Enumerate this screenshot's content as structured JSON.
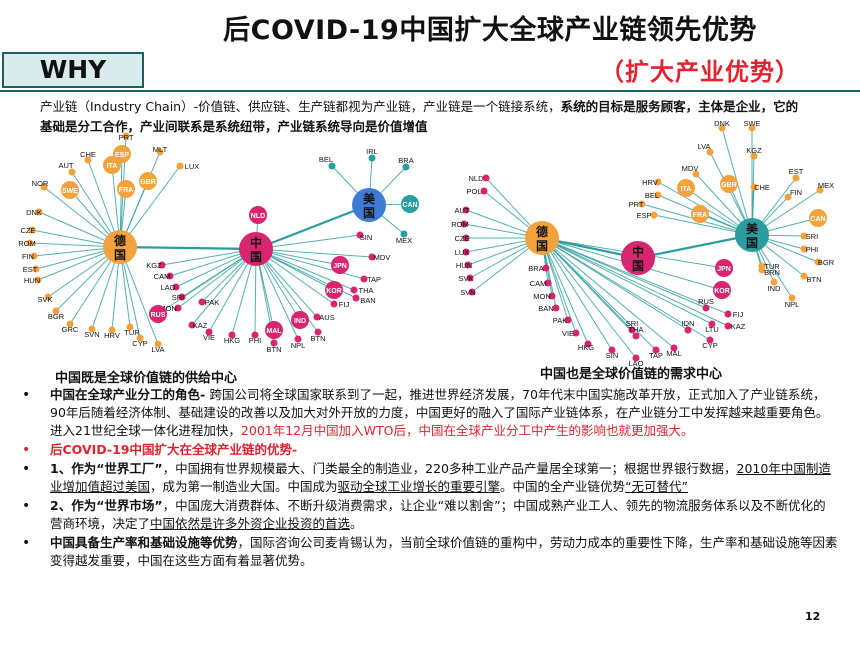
{
  "header": {
    "title": "后COVID-19中国扩大全球产业链领先优势",
    "subtitle": "（扩大产业优势）",
    "why_label": "WHY"
  },
  "intro": {
    "part1": "产业链（Industry Chain）-价值链、供应链、生产链都视为产业链，产业链是一个链接系统，",
    "part2": "系统的目标是服务顾客，主体是企业，它的基础是分工合作，产业间联系是系统纽带，产业链系统导向是价值增值"
  },
  "colors": {
    "accent_red": "#e0232f",
    "teal": "#2a9d9f",
    "orange": "#f4a23c",
    "magenta": "#d9246f",
    "blue": "#3f7bd6",
    "purple": "#7a3db8"
  },
  "diagram_left": {
    "caption": "中国既是全球价值链的供给中心",
    "hubs": {
      "de": "德国",
      "cn": "中国",
      "us": "美国"
    },
    "de_nodes": [
      "PRT",
      "ESP",
      "MLT",
      "CHE",
      "ITA",
      "AUT",
      "FRA",
      "GBR",
      "LUX",
      "NOR",
      "SWE",
      "DNK",
      "CZE",
      "ROM",
      "FIN",
      "EST",
      "HUN",
      "SVK",
      "BGR",
      "GRC",
      "SVN",
      "HRV",
      "TUR",
      "CYP",
      "LVA"
    ],
    "cn_nodes": [
      "KGZ",
      "CAM",
      "LAO",
      "SRI",
      "MON",
      "PAK",
      "RUS",
      "KAZ",
      "VIE",
      "HKG",
      "PHI",
      "MAL",
      "BTN",
      "NPL",
      "IND",
      "AUS",
      "BTN",
      "FIJ",
      "KOR",
      "JPN",
      "TAP",
      "THA",
      "BAN",
      "MDV",
      "SIN",
      "NLD"
    ],
    "us_nodes": [
      "BEL",
      "IRL",
      "BRA",
      "CAN",
      "MEX"
    ]
  },
  "diagram_right": {
    "caption": "中国也是全球价值链的需求中心",
    "hubs": {
      "de": "德国",
      "cn": "中国",
      "us": "美国"
    },
    "de_nodes": [
      "NLD",
      "POL",
      "AUT",
      "ROM",
      "CZE",
      "LUX",
      "HUN",
      "SVK",
      "SVN",
      "BRA",
      "CAM",
      "MON",
      "BAN",
      "PAK",
      "VIE",
      "HKG",
      "SIN",
      "SRI",
      "THA",
      "TAP",
      "LAO",
      "MAL",
      "IDN",
      "CYP",
      "LTU",
      "KAZ",
      "FIJ",
      "RUS",
      "KOR",
      "JPN"
    ],
    "us_nodes": [
      "DNK",
      "SWE",
      "LVA",
      "KGZ",
      "MDV",
      "GBR",
      "CHE",
      "HRV",
      "ITA",
      "BEL",
      "PRT",
      "ESP",
      "FRA",
      "FIN",
      "EST",
      "MEX",
      "CAN",
      "SRI",
      "PHI",
      "BGR",
      "BTN",
      "NPL",
      "IND",
      "TUR",
      "BRN"
    ]
  },
  "bullets": [
    {
      "head": "中国在全球产业分工的角色- ",
      "body": "跨国公司将全球国家联系到了一起，推进世界经济发展，70年代末中国实施改革开放，正式加入了产业链系统，90年后随着经济体制、基础建设的改善以及加大对外开放的力度，中国更好的融入了国际产业链体系，在产业链分工中发挥越来越重要角色。进入21世纪全球一体化进程加快，",
      "red": "2001年12月中国加入WTO后，中国在全球产业分工中产生的影响也就更加强大。"
    },
    {
      "head_red": "后COVID-19中国扩大在全球产业链的优势-"
    },
    {
      "head": "1、作为“世界工厂”",
      "body": "，中国拥有世界规模最大、门类最全的制造业，220多种工业产品产量居全球第一；根据世界银行数据，",
      "u1": "2010年中国制造业增加值超过美国",
      "body2": "，成为第一制造业大国。中国成为",
      "u2": "驱动全球工业增长的重要引擎",
      "body3": "。中国的全产业链优势",
      "u3": "“无可替代”"
    },
    {
      "head": "2、作为“世界市场”",
      "body": "，中国庞大消费群体、不断升级消费需求，让企业“难以割舍”；中国成熟产业工人、领先的物流服务体系以及不断优化的营商环境，决定了",
      "u1": "中国依然是许多外资企业投资的首选",
      "body2": "。"
    },
    {
      "head": "中国具备生产率和基础设施等优势",
      "body": "，国际咨询公司麦肯锡认为，当前全球价值链的重构中，劳动力成本的重要性下降，生产率和基础设施等因素变得越发重要，中国在这些方面有着显著优势。"
    }
  ],
  "page_number": "12"
}
